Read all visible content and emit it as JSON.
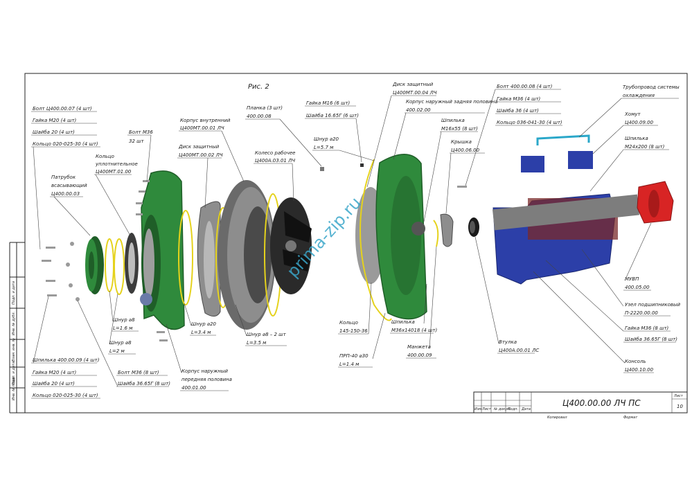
{
  "title": "Рис. 2",
  "watermark": "prima-zip.ru",
  "labels": {
    "bolt_ts": "Болт Ц400.00.07 (4 шт)",
    "nut_m20_a": "Гайка М20 (4 шт)",
    "washer20_a": "Шайба 20 (4 шт)",
    "ring_a": "Кольцо 020-025-30 (4 шт)",
    "bolt_m36": "Болт М36",
    "qty32": "32 шт",
    "seal_ring1": "Кольцо",
    "seal_ring2": "уплотнительное",
    "seal_ring3": "Ц400МТ.01.00",
    "suction1": "Патрубок",
    "suction2": "всасывающий",
    "suction3": "Ц400.00.03",
    "inner1": "Корпус внутренний",
    "inner2": "Ц400МТ.00.01 ЛЧ",
    "disk1": "Диск защитный",
    "disk2": "Ц400МТ.00.02 ЛЧ",
    "plate1": "Планка (3 шт)",
    "plate2": "400.00.08",
    "impeller1": "Колесо рабочее",
    "impeller2": "Ц400А.03.01 ЛЧ",
    "nut_m16": "Гайка М16 (6 шт)",
    "washer16": "Шайба 16.65Г (6 шт)",
    "cord20a1": "Шнур ⌀20",
    "cord20a2": "L=5.7 м",
    "disk_top1": "Диск защитный",
    "disk_top2": "Ц400МТ.00.04 ЛЧ",
    "rear1": "Корпус наружный задняя половина",
    "rear2": "400.02.00",
    "stud16a": "Шпилька",
    "stud16b": "М16х55 (8 шт)",
    "cover1": "Крышка",
    "cover2": "Ц400.06.00",
    "bolt_08": "Болт 400.00.08 (4 шт)",
    "nut_m36b": "Гайка М36 (4 шт)",
    "washer36b": "Шайба 36 (4 шт)",
    "ring036": "Кольцо 036-041-30 (4 шт)",
    "pipe1": "Трубопровод системы",
    "pipe2": "охлаждения",
    "clamp1": "Хомут",
    "clamp2": "Ц400.09.00",
    "stud_m24a": "Шпилька",
    "stud_m24b": "М24х200 (8 шт)",
    "mufta1": "МУВП",
    "mufta2": "400.05.00",
    "bearing1": "Узел подшипниковый",
    "bearing2": "П-2220.00.00",
    "nut_m36c": "Гайка М36 (8 шт)",
    "washer36c": "Шайба 36.65Г (8 шт)",
    "console1": "Консоль",
    "console2": "Ц400.10.00",
    "bush1": "Втулка",
    "bush2": "Ц400А.00.01 ЛС",
    "cuff1": "Манжета",
    "cuff2": "400.00.09",
    "stud_m36a": "Шпилька",
    "stud_m36b": "М36х14018 (4 шт)",
    "prp1": "ПРП-40 ⌀30",
    "prp2": "L=1.4 м",
    "ring145a": "Кольцо",
    "ring145b": "145-150-36",
    "cord_big1": "Шнур ⌀8 – 2 шт",
    "cord_big2": "L=3.5 м",
    "cord20b1": "Шнур ⌀20",
    "cord20b2": "L=3.4 м",
    "front1": "Корпус наружный",
    "front2": "передняя половина",
    "front3": "400.01.00",
    "cord8a1": "Шнур ⌀8",
    "cord8a2": "L=1.6 м",
    "cord8b1": "Шнур ⌀8",
    "cord8b2": "L=2 м",
    "bolt_m36_8": "Болт М36 (8 шт)",
    "washer36_8": "Шайба 36.65Г (8 шт)",
    "stud09": "Шпилька 400.00.09 (4 шт)",
    "nut_m20_b": "Гайка М20 (4 шт)",
    "washer20_b": "Шайба 20 (4 шт)",
    "ring_b": "Кольцо 020-025-30 (4 шт)"
  },
  "titleblock": {
    "doc": "Ц400.00.00 ЛЧ ПС",
    "sheet_h": "Лист",
    "sheet": "10",
    "cols": [
      "Изм",
      "Лист",
      "№ докум.",
      "Подп.",
      "Дата"
    ],
    "copied": "Копировал",
    "format": "Формат"
  },
  "sidebar": [
    "Инв. № подл.",
    "Подп. и дата",
    "Взам. инв. №",
    "Инв. № дубл.",
    "Подп. и дата"
  ],
  "colors": {
    "green": "#2f8a3c",
    "dark_green": "#1f5e28",
    "grey": "#8d8d8d",
    "dark_grey": "#4a4a4a",
    "yellow": "#e5d21c",
    "blue": "#2c3fa8",
    "red": "#d82424",
    "cyan": "#2aa7c9"
  }
}
